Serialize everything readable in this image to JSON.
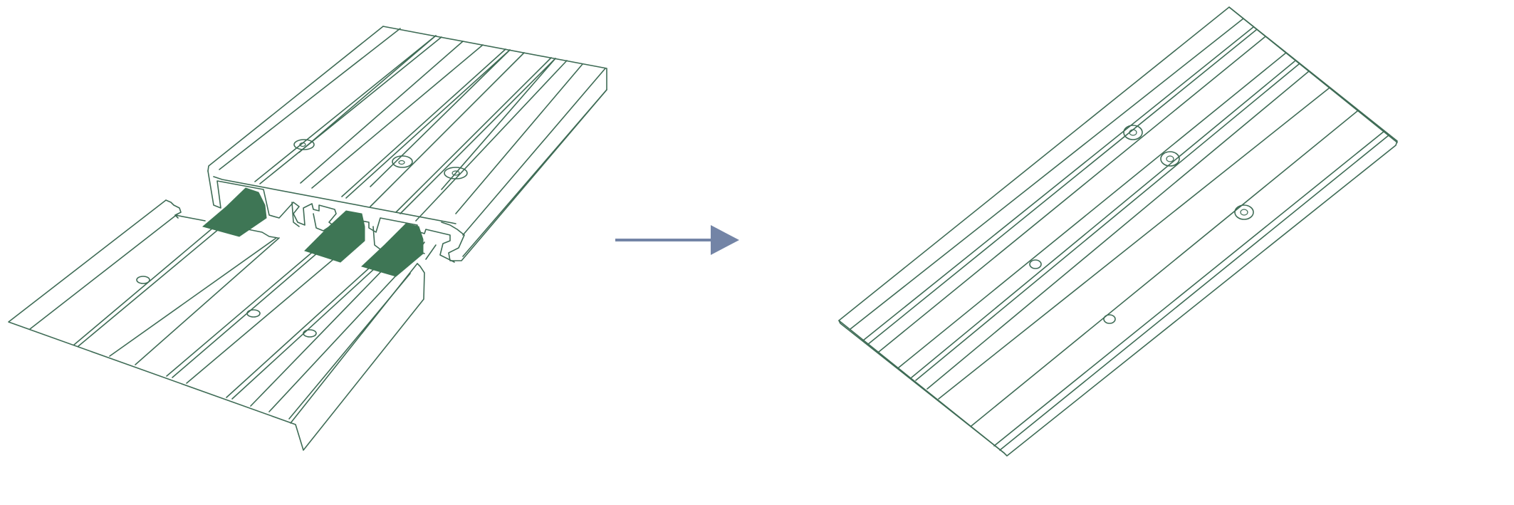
{
  "diagram": {
    "title": "",
    "colors": {
      "outline": "#3e6b55",
      "connector_fill": "#3e7655",
      "arrow": "#7384a6",
      "background": "#ffffff"
    },
    "parts": [
      {
        "name": "upper-profile",
        "role": "grooved profile with open end showing cavities"
      },
      {
        "name": "lower-profile",
        "role": "grooved profile with open end"
      },
      {
        "name": "connector-pieces",
        "count": 3
      },
      {
        "name": "direction-arrow"
      },
      {
        "name": "joined-profile",
        "role": "assembled result"
      }
    ],
    "icons": [
      "right-arrow-icon"
    ]
  }
}
